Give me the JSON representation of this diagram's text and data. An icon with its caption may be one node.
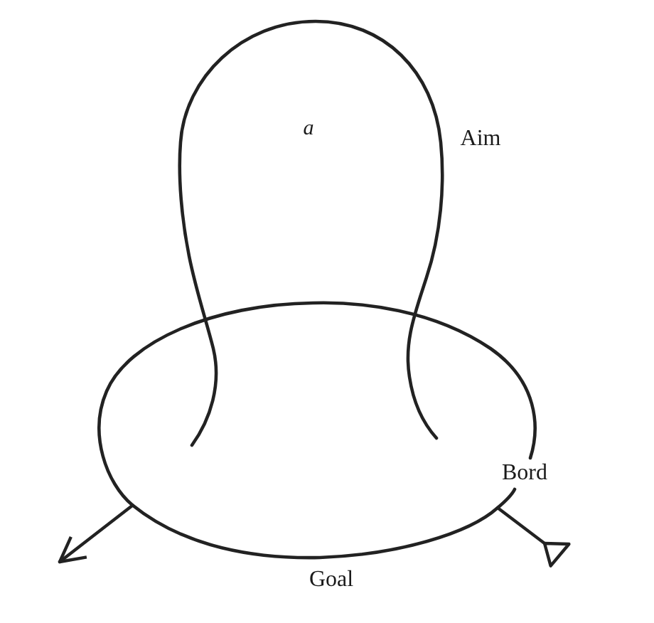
{
  "diagram": {
    "nodes": [
      {
        "text": [
          "a"
        ],
        "beside": [
          "Aim"
        ]
      },
      {
        "text": [
          "Bord",
          "Goal"
        ]
      }
    ],
    "edges": [
      {
        "from": 1,
        "to": null,
        "arrow": "to"
      },
      {
        "from": 1,
        "to": null,
        "arrow": "other"
      }
    ]
  }
}
